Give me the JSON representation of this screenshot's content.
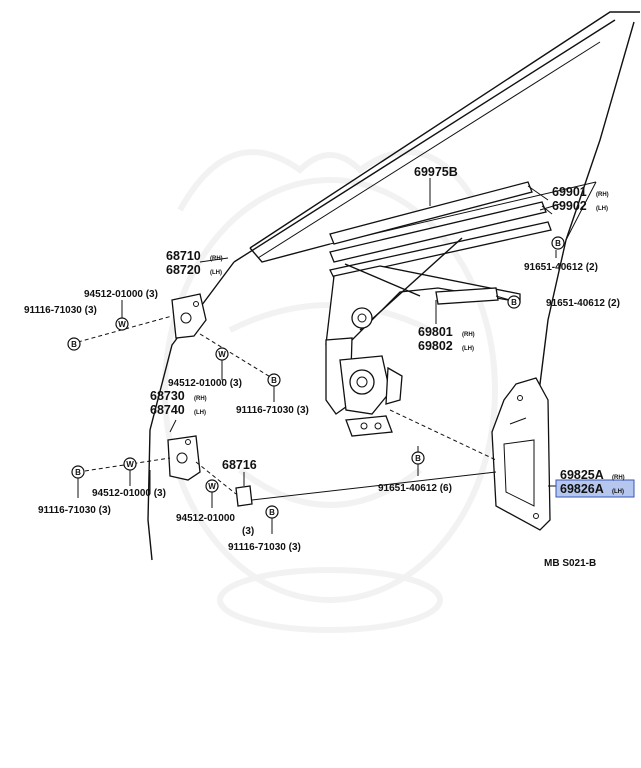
{
  "labels": {
    "glass_run": "69975B",
    "run_rh": "69901",
    "run_lh": "69902",
    "hinge_upper_rh": "68710",
    "hinge_upper_lh": "68720",
    "hinge_lower_rh": "68730",
    "hinge_lower_lh": "68740",
    "check": "68716",
    "regulator_rh": "69801",
    "regulator_lh": "69802",
    "hole_cover_rh": "69825A",
    "hole_cover_lh": "69826A",
    "bolt_a": "91651-40612 (2)",
    "bolt_b": "91651-40612 (2)",
    "bolt_c": "91651-40612 (6)",
    "washer_upper_1": "94512-01000 (3)",
    "washer_upper_2": "94512-01000 (3)",
    "washer_lower_1": "94512-01000 (3)",
    "washer_lower_2": "94512-01000",
    "washer_lower_2_qty": "(3)",
    "screw_upper_1": "91116-71030 (3)",
    "screw_upper_2": "91116-71030 (3)",
    "screw_lower_1": "91116-71030 (3)",
    "screw_lower_2": "91116-71030 (3)",
    "diagram_code": "MB S021-B",
    "rh": "(RH)",
    "lh": "(LH)",
    "symbol_bolt": "B",
    "symbol_washer": "W"
  },
  "highlight_color": "#b6c7ef"
}
